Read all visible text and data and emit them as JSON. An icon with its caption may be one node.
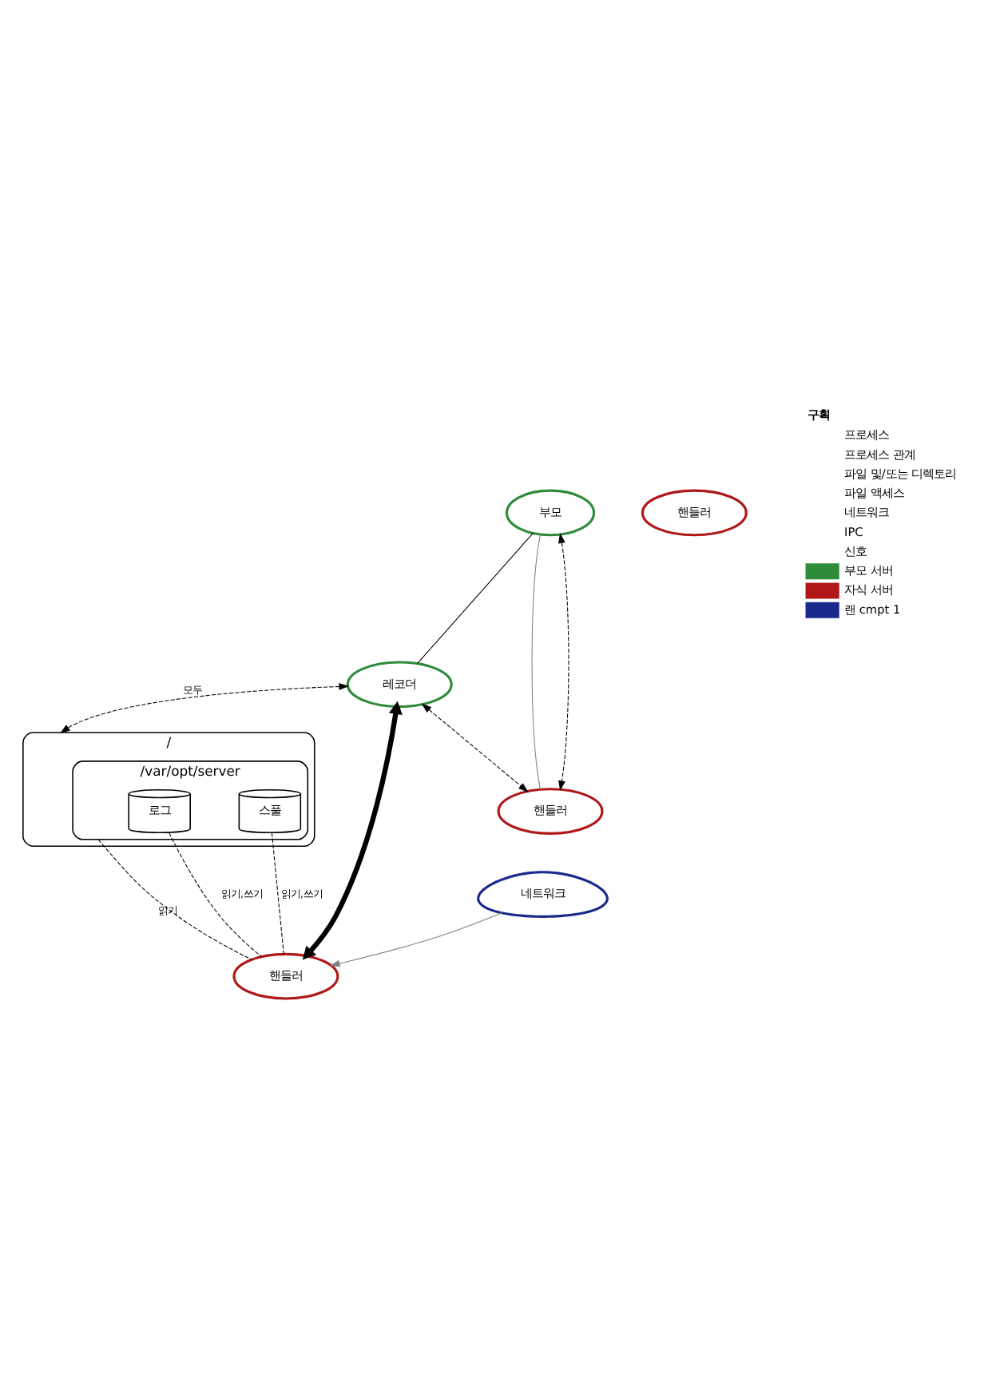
{
  "diagram": {
    "nodes": [
      {
        "text": [
          "부모"
        ]
      },
      {
        "text": [
          "레코더"
        ]
      },
      {
        "text": [
          "/"
        ]
      },
      {
        "text": [
          "/var/opt/server"
        ],
        "in": 2
      },
      {
        "text": [
          "로그"
        ],
        "in": 3
      },
      {
        "text": [
          "스풀"
        ],
        "in": 3
      },
      {
        "text": [
          "핸들러"
        ]
      },
      {
        "text": [
          "핸들러"
        ]
      },
      {
        "text": [
          "핸들러"
        ]
      },
      {
        "text": [
          "네트워크"
        ]
      }
    ],
    "edges": [
      {
        "from": 0,
        "to": 1,
        "arrow": "none"
      },
      {
        "from": 0,
        "to": 6,
        "arrow": "none",
        "color": "#808080"
      },
      {
        "from": 0,
        "to": 6,
        "arrow": "both",
        "style": "dashed"
      },
      {
        "from": 1,
        "to": 6,
        "arrow": "both",
        "style": "dashed"
      },
      {
        "from": 1,
        "to": 8,
        "arrow": "both",
        "style": "thick"
      },
      {
        "from": 1,
        "to": 2,
        "arrow": "both",
        "style": "dashed",
        "label": "모두"
      },
      {
        "from": 3,
        "to": 8,
        "arrow": "none",
        "style": "dashed",
        "label": "읽기"
      },
      {
        "from": 4,
        "to": 8,
        "arrow": "none",
        "style": "dashed",
        "label": "읽기,쓰기"
      },
      {
        "from": 5,
        "to": 8,
        "arrow": "none",
        "style": "dashed",
        "label": "읽기,쓰기"
      },
      {
        "from": 9,
        "to": 8,
        "arrow": "to",
        "color": "#808080"
      }
    ],
    "labels": [
      "구획"
    ],
    "legend": [
      {
        "text": "프로세스"
      },
      {
        "text": "프로세스 관계"
      },
      {
        "text": "파일 및/또는 디렉토리"
      },
      {
        "text": "파일 액세스"
      },
      {
        "text": "네트워크"
      },
      {
        "text": "IPC"
      },
      {
        "text": "신호"
      },
      {
        "text": "부모 서버",
        "color": "#2e8b3a"
      },
      {
        "text": "자식 서버",
        "color": "#b01818"
      },
      {
        "text": "랜 cmpt 1",
        "color": "#1a2a8c"
      }
    ]
  }
}
